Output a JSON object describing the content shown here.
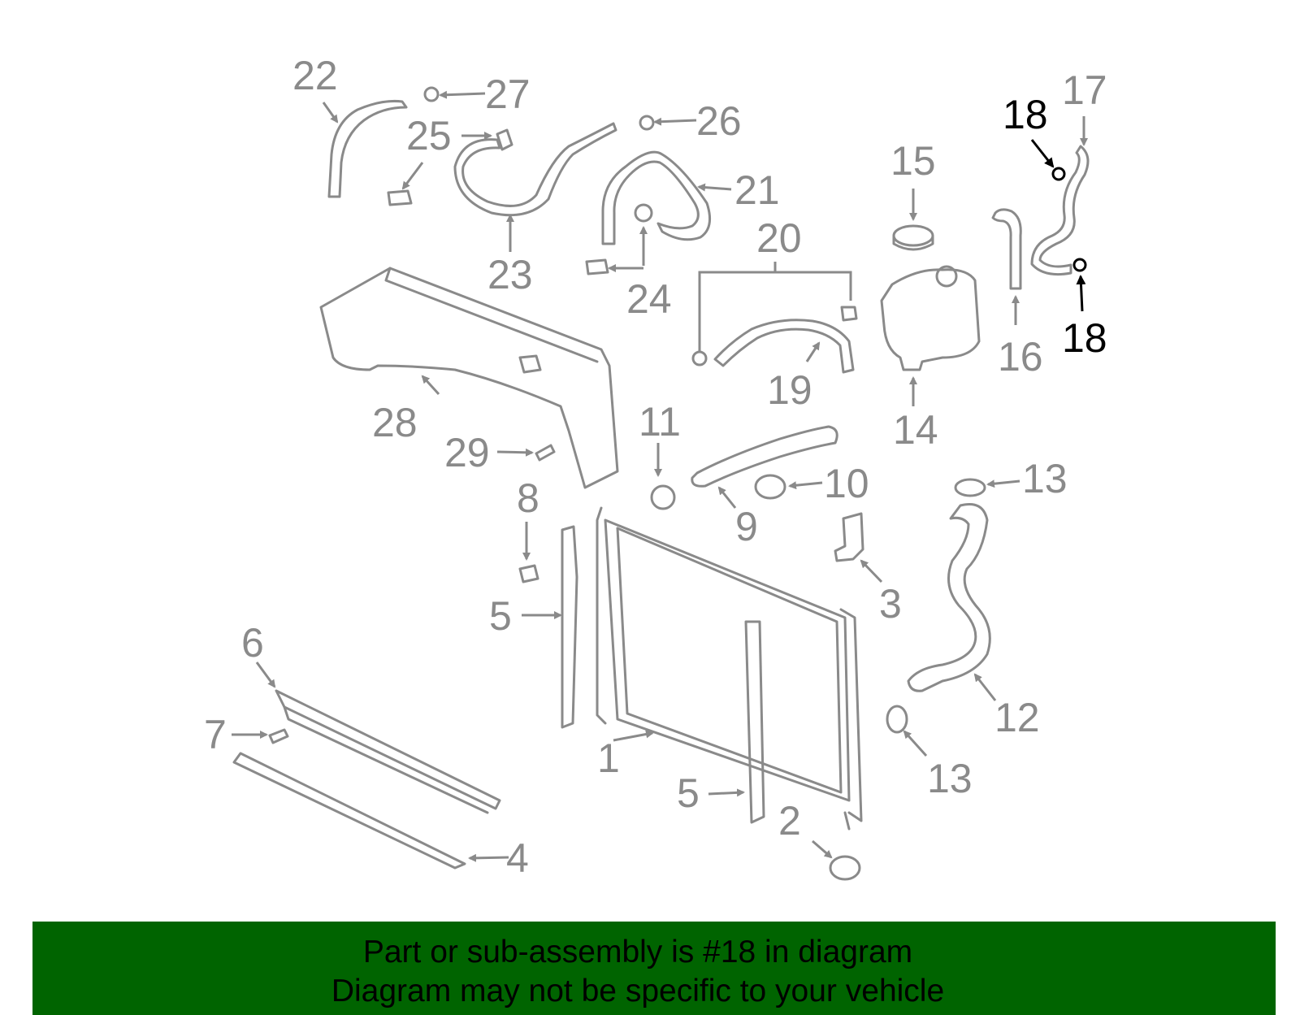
{
  "diagram": {
    "highlight_part": "18",
    "line_color": "#8a8a8a",
    "highlight_color": "#000000",
    "labels": [
      {
        "id": "1",
        "text": "1"
      },
      {
        "id": "2",
        "text": "2"
      },
      {
        "id": "3",
        "text": "3"
      },
      {
        "id": "4",
        "text": "4"
      },
      {
        "id": "5a",
        "text": "5"
      },
      {
        "id": "5b",
        "text": "5"
      },
      {
        "id": "6",
        "text": "6"
      },
      {
        "id": "7",
        "text": "7"
      },
      {
        "id": "8",
        "text": "8"
      },
      {
        "id": "9",
        "text": "9"
      },
      {
        "id": "10",
        "text": "10"
      },
      {
        "id": "11",
        "text": "11"
      },
      {
        "id": "12",
        "text": "12"
      },
      {
        "id": "13a",
        "text": "13"
      },
      {
        "id": "13b",
        "text": "13"
      },
      {
        "id": "14",
        "text": "14"
      },
      {
        "id": "15",
        "text": "15"
      },
      {
        "id": "16",
        "text": "16"
      },
      {
        "id": "17",
        "text": "17"
      },
      {
        "id": "18a",
        "text": "18"
      },
      {
        "id": "18b",
        "text": "18"
      },
      {
        "id": "19",
        "text": "19"
      },
      {
        "id": "20",
        "text": "20"
      },
      {
        "id": "21",
        "text": "21"
      },
      {
        "id": "22",
        "text": "22"
      },
      {
        "id": "23",
        "text": "23"
      },
      {
        "id": "24",
        "text": "24"
      },
      {
        "id": "25",
        "text": "25"
      },
      {
        "id": "26",
        "text": "26"
      },
      {
        "id": "27",
        "text": "27"
      },
      {
        "id": "28",
        "text": "28"
      },
      {
        "id": "29",
        "text": "29"
      }
    ]
  },
  "banner": {
    "line1": "Part or sub-assembly is #18 in diagram",
    "line2": "Diagram may not be specific to your vehicle",
    "background": "#006400"
  }
}
